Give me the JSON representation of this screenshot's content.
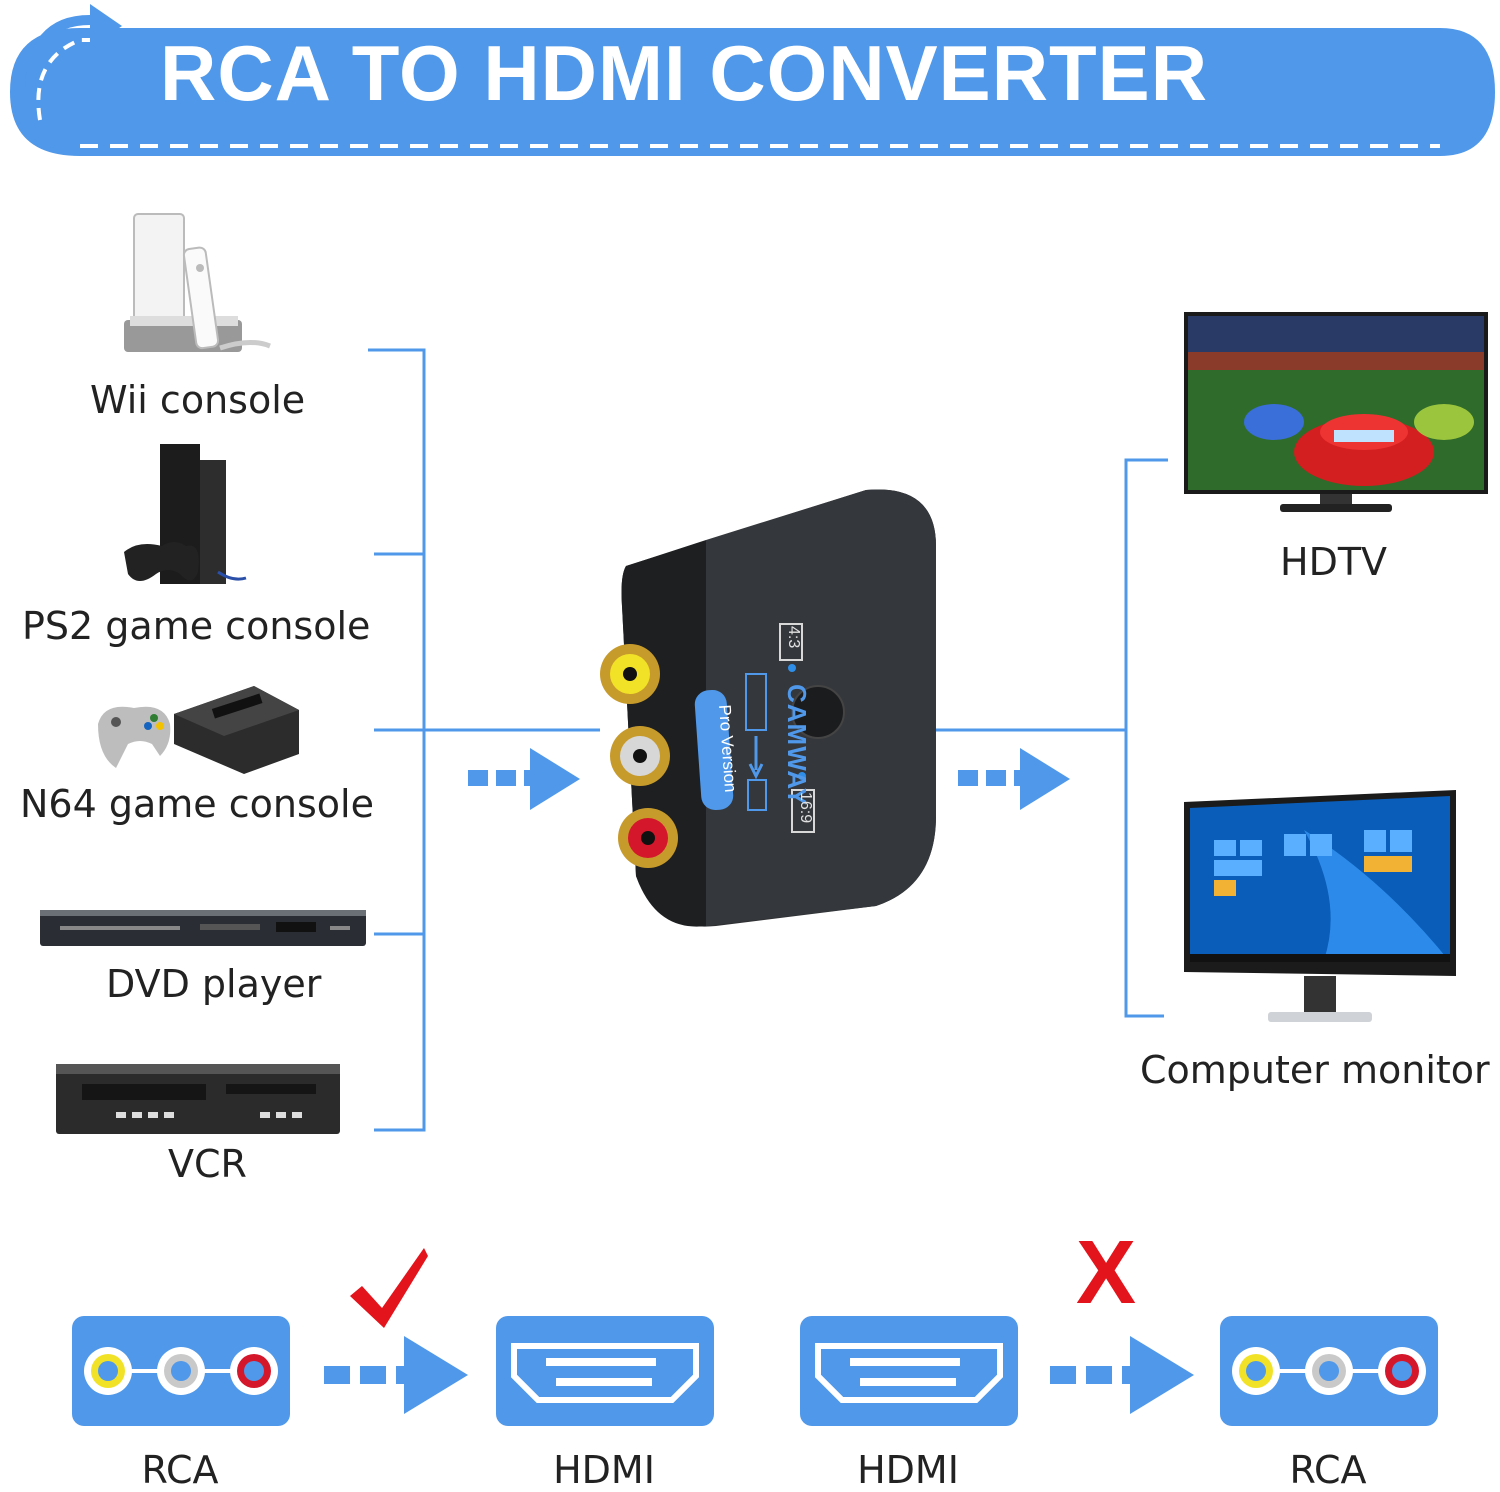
{
  "banner": {
    "title": "RCA TO HDMI CONVERTER",
    "color": "#4f98ea"
  },
  "sources": [
    {
      "label": "Wii console",
      "icon": "wii-console-icon"
    },
    {
      "label": "PS2 game console",
      "icon": "ps2-console-icon"
    },
    {
      "label": "N64 game console",
      "icon": "n64-console-icon"
    },
    {
      "label": "DVD player",
      "icon": "dvd-player-icon"
    },
    {
      "label": "VCR",
      "icon": "vcr-icon"
    }
  ],
  "device": {
    "brand": "CAMWAY",
    "edition": "Pro Version",
    "ratio_a": "4:3",
    "ratio_b": "16:9"
  },
  "outputs": [
    {
      "label": "HDTV",
      "icon": "hdtv-icon"
    },
    {
      "label": "Computer monitor",
      "icon": "computer-monitor-icon"
    }
  ],
  "direction": {
    "supported_from": "RCA",
    "supported_to": "HDMI",
    "supported_mark": "check-mark-icon",
    "unsupported_from": "HDMI",
    "unsupported_to": "RCA",
    "unsupported_mark": "X"
  },
  "colors": {
    "accent": "#4f98ea",
    "check": "#e3141b",
    "rca_yellow": "#f2e227",
    "rca_white": "#c9c9c9",
    "rca_red": "#d4172b"
  }
}
